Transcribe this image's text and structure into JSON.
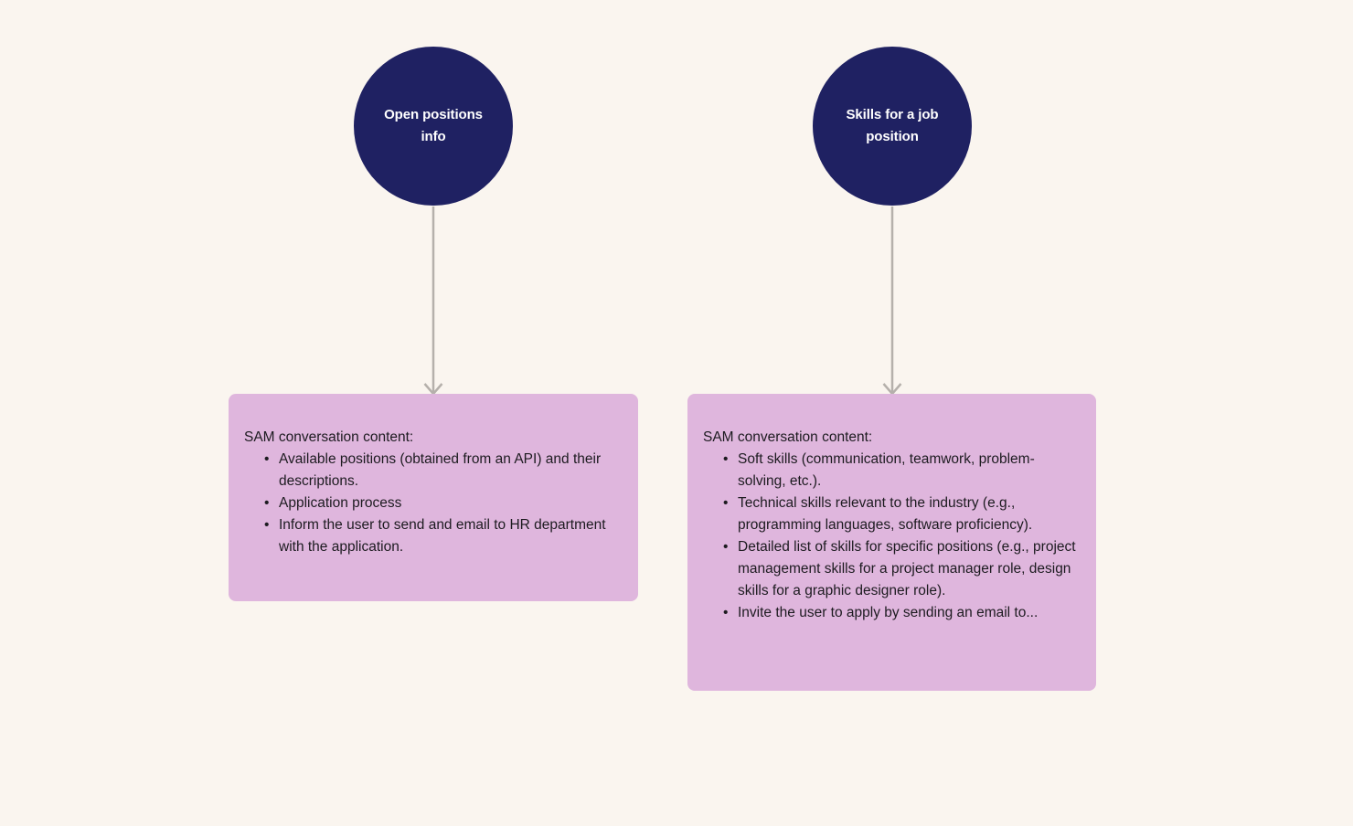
{
  "diagram": {
    "background_color": "#faf5ef",
    "node_color": "#1f2162",
    "box_color": "#dfb6dd",
    "connector_color": "#b5b0ab",
    "branches": [
      {
        "node": {
          "label": "Open positions info",
          "icon": "circle-node-icon"
        },
        "connector": {
          "icon": "arrow-down-icon"
        },
        "box": {
          "heading": "SAM conversation content:",
          "items": [
            "Available positions (obtained from an API) and their descriptions.",
            "Application process",
            "Inform the user to send and email to HR department with the application."
          ]
        }
      },
      {
        "node": {
          "label": "Skills for a job position",
          "icon": "circle-node-icon"
        },
        "connector": {
          "icon": "arrow-down-icon"
        },
        "box": {
          "heading": "SAM conversation content:",
          "items": [
            "Soft skills (communication, teamwork, problem-solving, etc.).",
            "Technical skills relevant to the industry (e.g., programming languages, software proficiency).",
            "Detailed list of skills for specific positions (e.g., project management skills for a project manager role, design skills for a graphic designer role).",
            "Invite the user to apply by sending an email to..."
          ]
        }
      }
    ]
  }
}
